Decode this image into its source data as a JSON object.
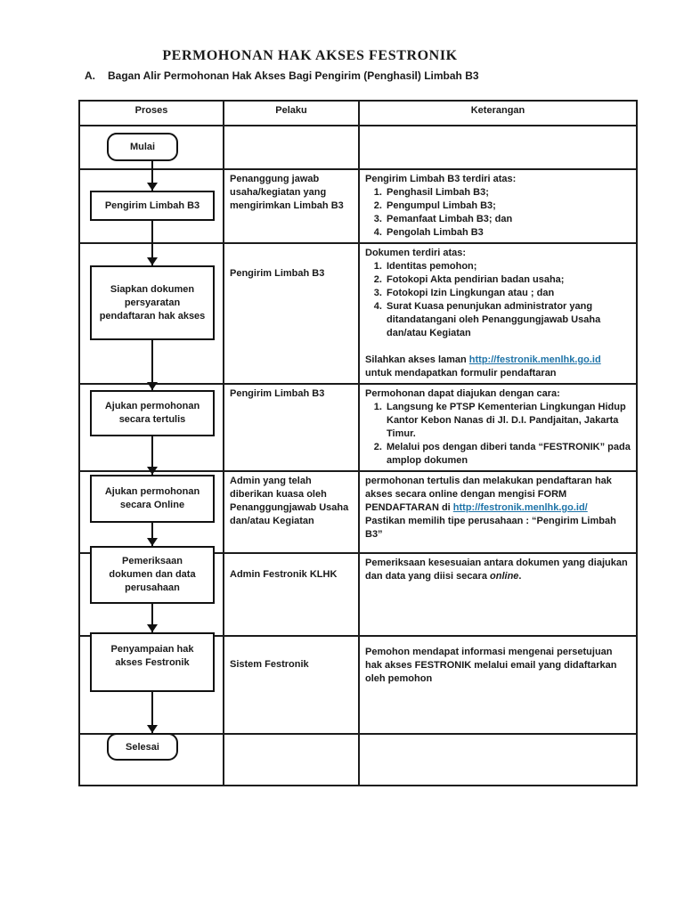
{
  "page": {
    "title": "PERMOHONAN HAK AKSES FESTRONIK",
    "section_letter": "A.",
    "section_title": "Bagan Alir Permohonan Hak Akses Bagi Pengirim (Penghasil) Limbah B3"
  },
  "colors": {
    "link": "#1f74a8",
    "ink": "#1a1a1a"
  },
  "table": {
    "headers": [
      "Proses",
      "Pelaku",
      "Keterangan"
    ]
  },
  "flow": {
    "nodes": [
      "Mulai",
      "Pengirim Limbah B3",
      "Siapkan dokumen persyaratan pendaftaran hak akses",
      "Ajukan permohonan secara tertulis",
      "Ajukan permohonan secara Online",
      "Pemeriksaan dokumen dan data perusahaan",
      "Penyampaian hak akses Festronik",
      "Selesai"
    ]
  },
  "rows": {
    "r2": {
      "pelaku": "Penanggung jawab usaha/kegiatan yang mengirimkan Limbah B3",
      "ket_intro": "Pengirim Limbah B3 terdiri atas:",
      "ket_items": [
        "Penghasil Limbah B3;",
        "Pengumpul Limbah B3;",
        "Pemanfaat Limbah B3; dan",
        "Pengolah Limbah B3"
      ]
    },
    "r3": {
      "pelaku": "Pengirim Limbah B3",
      "ket_intro": "Dokumen terdiri atas:",
      "ket_items": [
        "Identitas pemohon;",
        "Fotokopi Akta pendirian badan usaha;",
        "Fotokopi Izin Lingkungan atau ; dan",
        "Surat Kuasa penunjukan administrator yang ditandatangani oleh Penanggungjawab Usaha dan/atau Kegiatan"
      ],
      "link_pre": "Silahkan akses laman ",
      "link_url": "http://festronik.menlhk.go.id",
      "link_post": "untuk mendapatkan formulir pendaftaran"
    },
    "r4": {
      "pelaku": "Pengirim Limbah B3",
      "ket_intro": "Permohonan dapat diajukan dengan cara:",
      "ket_items": [
        "Langsung ke PTSP Kementerian Lingkungan Hidup Kantor Kebon Nanas di Jl. D.I. Pandjaitan, Jakarta Timur.",
        "Melalui pos dengan diberi tanda “FESTRONIK” pada amplop dokumen"
      ]
    },
    "r5": {
      "pelaku": "Admin yang telah diberikan kuasa oleh Penanggungjawab Usaha dan/atau Kegiatan",
      "ket_pre": "permohonan tertulis dan melakukan pendaftaran hak akses secara online dengan mengisi FORM PENDAFTARAN di ",
      "ket_url": "http://festronik.menlhk.go.id/",
      "ket_post": "Pastikan memilih tipe perusahaan : “Pengirim Limbah B3”"
    },
    "r6": {
      "pelaku": "Admin Festronik KLHK",
      "ket_pre": "Pemeriksaan kesesuaian antara dokumen yang diajukan dan data yang diisi secara ",
      "ket_italic": "online",
      "ket_post": "."
    },
    "r7": {
      "pelaku": "Sistem Festronik",
      "ket": "Pemohon mendapat informasi mengenai persetujuan hak akses FESTRONIK melalui email yang didaftarkan oleh pemohon"
    }
  }
}
